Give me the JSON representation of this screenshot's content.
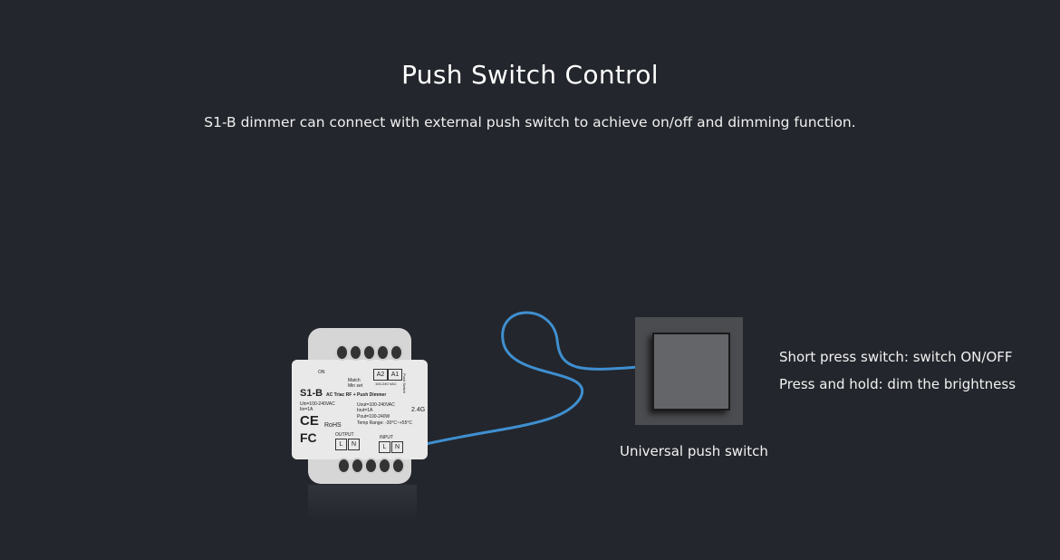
{
  "header": {
    "title": "Push Switch Control",
    "subtitle": "S1-B dimmer can connect with external push switch to achieve on/off and dimming function."
  },
  "device": {
    "model": "S1-B",
    "description": "AC Triac RF + Push Dimmer",
    "input_rating": "Uin=100-240VAC",
    "input_current": "Iin=1A",
    "output_voltage": "Uout=100-240VAC",
    "output_current": "Iout=1A",
    "output_power": "Pout=100-240W",
    "temp_range": "Temp Range: -30°C~+55°C",
    "rf": "2.4G",
    "match_label": "Match",
    "min_set_label": "Min set",
    "a2": "A2",
    "a1": "A1",
    "push_voltage": "100-240 VAC",
    "push_switch_label": "Push Switch",
    "on_label": "ON",
    "output_label": "OUTPUT",
    "input_label": "INPUT",
    "l": "L",
    "n": "N",
    "rohs": "RoHS",
    "ce": "CE",
    "fc": "FC"
  },
  "switch": {
    "caption": "Universal push switch",
    "instructions": [
      "Short press switch: switch ON/OFF",
      "Press and hold: dim the brightness"
    ]
  },
  "colors": {
    "background": "#23262c",
    "wire": "#3f8fd0"
  }
}
